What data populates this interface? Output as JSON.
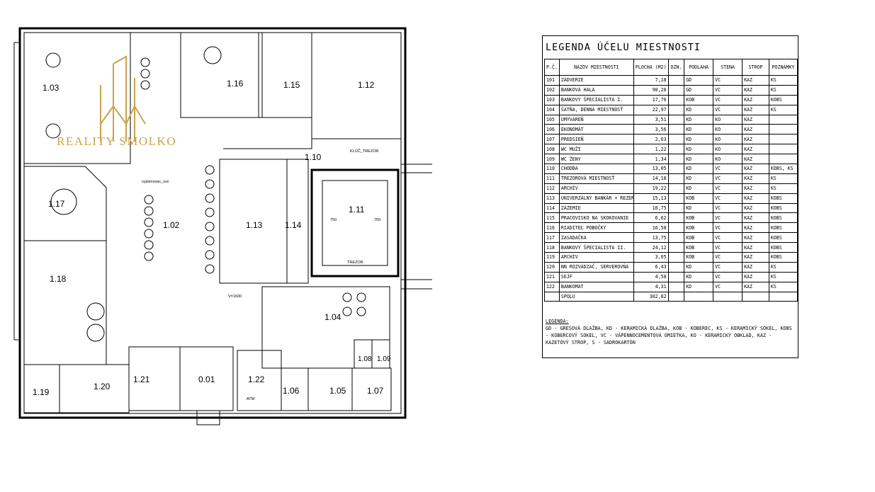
{
  "watermark": {
    "text": "REALITY SMOLKO",
    "color": "#c9a24a"
  },
  "plan": {
    "rooms": [
      {
        "id": "r103",
        "label": "1.03"
      },
      {
        "id": "r116",
        "label": "1.16"
      },
      {
        "id": "r115",
        "label": "1.15"
      },
      {
        "id": "r112",
        "label": "1.12"
      },
      {
        "id": "r117",
        "label": "1.17"
      },
      {
        "id": "r102",
        "label": "1.02"
      },
      {
        "id": "r113",
        "label": "1.13"
      },
      {
        "id": "r114",
        "label": "1.14"
      },
      {
        "id": "r110",
        "label": "1.10"
      },
      {
        "id": "r111",
        "label": "1.11"
      },
      {
        "id": "r118",
        "label": "1.18"
      },
      {
        "id": "r104",
        "label": "1.04"
      },
      {
        "id": "r108",
        "label": "1.08"
      },
      {
        "id": "r109",
        "label": "1.09"
      },
      {
        "id": "r119",
        "label": "1.19"
      },
      {
        "id": "r120",
        "label": "1.20"
      },
      {
        "id": "r121",
        "label": "1.21"
      },
      {
        "id": "r001",
        "label": "0.01"
      },
      {
        "id": "r122",
        "label": "1.22"
      },
      {
        "id": "r106",
        "label": "1.06"
      },
      {
        "id": "r105",
        "label": "1.05"
      },
      {
        "id": "r107",
        "label": "1.07"
      }
    ],
    "annotations": {
      "kluc_trezor": "KLÚČ_TREZOR",
      "v1600": "V=1600",
      "trezor": "TREZOR",
      "d750a": "750",
      "d750b": "750",
      "vyplsnovac": "vyplsnovac_out",
      "atm": "ATM"
    }
  },
  "legend": {
    "title": "LEGENDA ÚČELU MIESTNOSTI",
    "headers": [
      "P.Č.",
      "NÁZOV MIESTNOSTI",
      "PLOCHA (M2)",
      "OZN.",
      "PODLAHA",
      "STENA",
      "STROP",
      "POZNÁMKY"
    ],
    "rows": [
      [
        "101",
        "ZÁDVERIE",
        "7,18",
        "",
        "GD",
        "VC",
        "KAZ",
        "KS"
      ],
      [
        "102",
        "BANKOVÁ HALA",
        "90,28",
        "",
        "GD",
        "VC",
        "KAZ",
        "KS"
      ],
      [
        "103",
        "BANKOVÝ ŠPECIALISTA I.",
        "17,76",
        "",
        "KOB",
        "VC",
        "KAZ",
        "KOBS"
      ],
      [
        "104",
        "ŠATŇA, DENNÁ MIESTNOSŤ",
        "22,97",
        "",
        "KD",
        "VC",
        "KAZ",
        "KS"
      ],
      [
        "105",
        "UMÝVÁREŇ",
        "3,51",
        "",
        "KD",
        "KO",
        "KAZ",
        ""
      ],
      [
        "106",
        "EKONOMÁT",
        "3,56",
        "",
        "KD",
        "KO",
        "KAZ",
        ""
      ],
      [
        "107",
        "PREDSIEŇ",
        "2,63",
        "",
        "KD",
        "KO",
        "KAZ",
        ""
      ],
      [
        "108",
        "WC MUŽI",
        "1,22",
        "",
        "KD",
        "KO",
        "KAZ",
        ""
      ],
      [
        "109",
        "WC ŽENY",
        "1,34",
        "",
        "KD",
        "KO",
        "KAZ",
        ""
      ],
      [
        "110",
        "CHODBA",
        "13,05",
        "",
        "KD",
        "VC",
        "KAZ",
        "KOBS, KS"
      ],
      [
        "111",
        "TREZOROVÁ MIESTNOSŤ",
        "14,18",
        "",
        "KD",
        "VC",
        "KAZ",
        "KS"
      ],
      [
        "112",
        "ARCHÍV",
        "19,22",
        "",
        "KD",
        "VC",
        "KAZ",
        "KS"
      ],
      [
        "113",
        "UNIVERZÁLNY BANKÁR + REZERVA",
        "15,13",
        "",
        "KOB",
        "VC",
        "KAZ",
        "KOBS"
      ],
      [
        "114",
        "ZÁZEMIE",
        "10,75",
        "",
        "KD",
        "VC",
        "KAZ",
        "KOBS"
      ],
      [
        "115",
        "PRACOVISKO NA SKOKOVANIE",
        "6,62",
        "",
        "KOB",
        "VC",
        "KAZ",
        "KOBS"
      ],
      [
        "116",
        "RIADITEĽ POBOČKY",
        "16,58",
        "",
        "KOB",
        "VC",
        "KAZ",
        "KOBS"
      ],
      [
        "117",
        "ZASADAČKA",
        "13,75",
        "",
        "KOB",
        "VC",
        "KAZ",
        "KOBS"
      ],
      [
        "118",
        "BANKOVÝ ŠPECIALISTA II.",
        "24,12",
        "",
        "KOB",
        "VC",
        "KAZ",
        "KOBS"
      ],
      [
        "119",
        "ARCHÍV",
        "3,65",
        "",
        "KOB",
        "VC",
        "KAZ",
        "KOBS"
      ],
      [
        "120",
        "NN ROZVÁDZAČ, SERVEROVŇA",
        "6,43",
        "",
        "KD",
        "VC",
        "KAZ",
        "KS"
      ],
      [
        "121",
        "SEJF",
        "4,58",
        "",
        "KD",
        "VC",
        "KAZ",
        "KS"
      ],
      [
        "122",
        "BANKOMAT",
        "4,31",
        "",
        "KD",
        "VC",
        "KAZ",
        "KS"
      ],
      [
        "",
        "SPOLU",
        "302,82",
        "",
        "",
        "",
        "",
        ""
      ]
    ],
    "notes_title": "LEGENDA:",
    "notes_text": "GD - GRESOVÁ DLAŽBA, KD - KERAMICKÁ DLAŽBA, KOB - KOBEREC, KS - KERAMICKÝ SOKEL, KOBS - KOBERCOVÝ SOKEL, VC - VÁPENNOCEMENTOVÁ OMIETKA, KO - KERAMICKÝ OBKLAD, KAZ - KAZETOVÝ STROP, S - SADROKARTÓN"
  }
}
